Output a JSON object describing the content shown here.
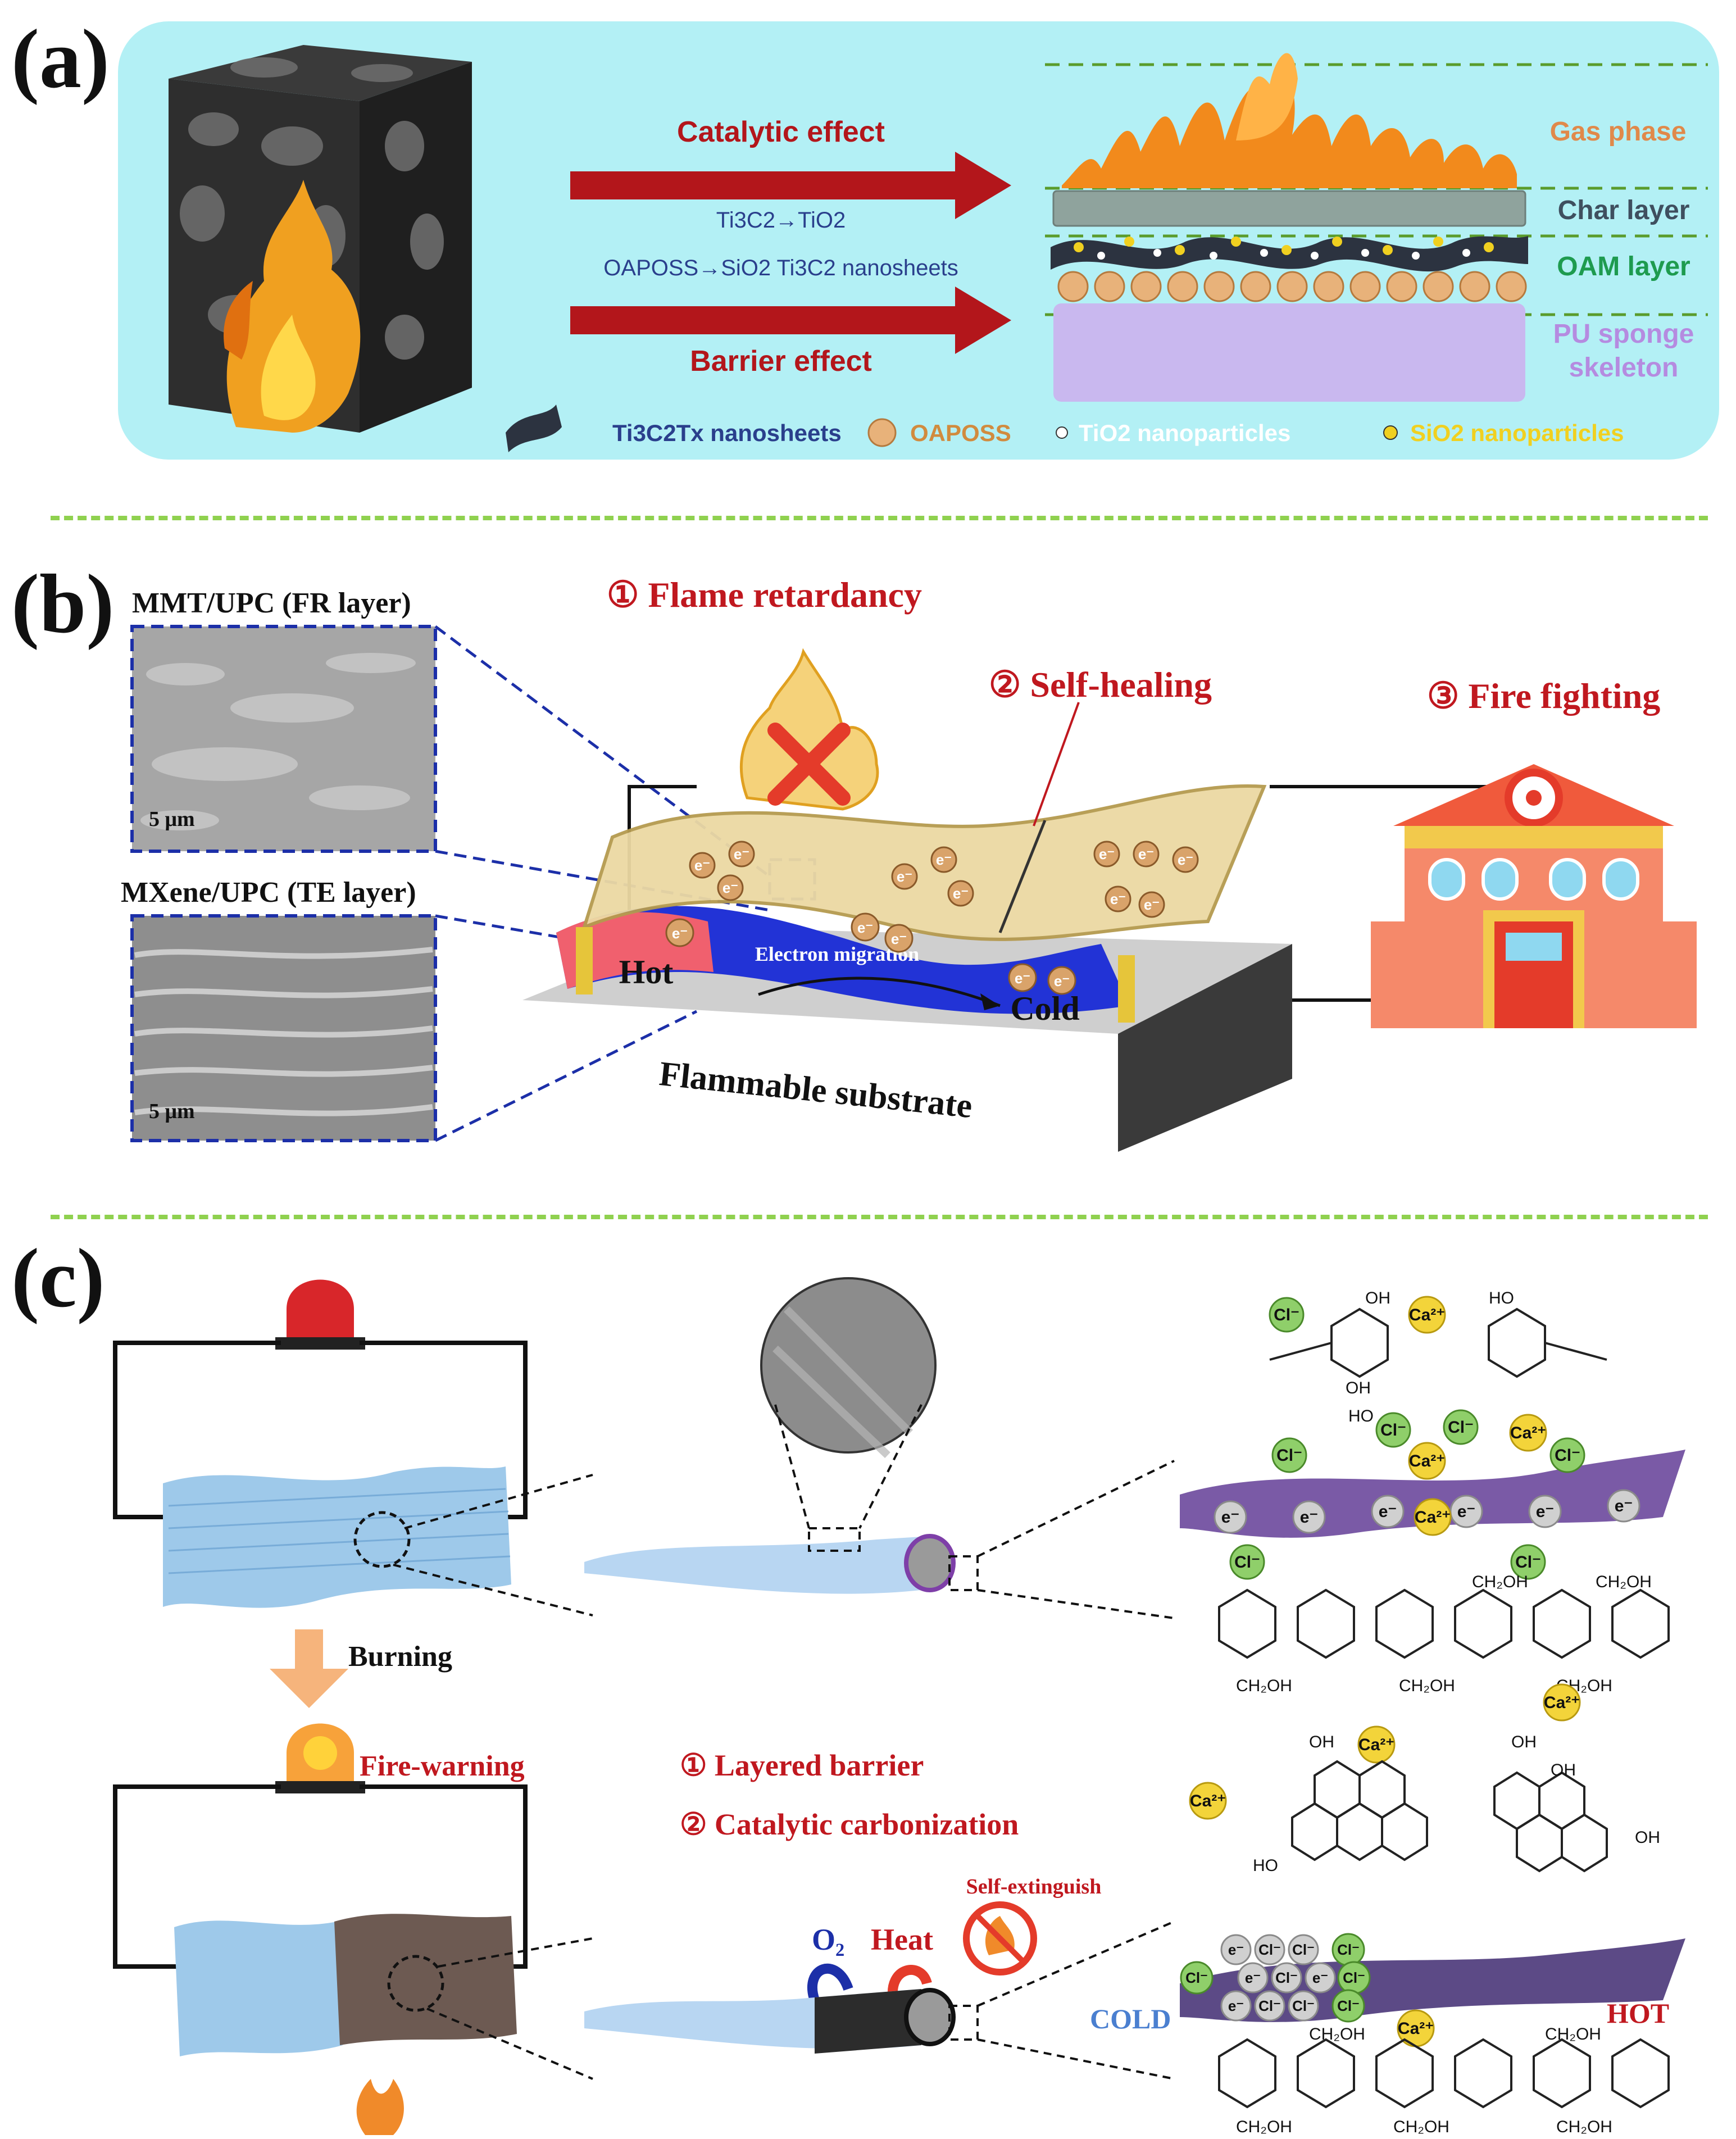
{
  "colors": {
    "panel_a_bg": "#b3f0f5",
    "arrow_red": "#b3161b",
    "divider_green": "#8fd14f",
    "label_red": "#c0181f",
    "gas_phase": "#e0894a",
    "char_layer": "#3f4f5f",
    "oam_layer": "#1e9b4f",
    "pu_sponge": "#b58be0",
    "legend_ti": "#2a3f8c",
    "legend_oaposs": "#d18b3e",
    "legend_tio2": "#ffffff",
    "legend_sio2": "#f0d020",
    "dashed_blue": "#1c2fa8"
  },
  "panel_a": {
    "label": "(a)",
    "catalytic_effect": "Catalytic effect",
    "barrier_effect": "Barrier effect",
    "reaction_1": "Ti3C2→TiO2",
    "reaction_2": "OAPOSS→SiO2 Ti3C2 nanosheets",
    "layers": {
      "gas_phase": "Gas phase",
      "char_layer": "Char layer",
      "oam_layer": "OAM layer",
      "pu_sponge_1": "PU sponge",
      "pu_sponge_2": "skeleton"
    },
    "legend": {
      "ti": "Ti3C2Tx nanosheets",
      "oaposs": "OAPOSS",
      "tio2": "TiO2 nanoparticles",
      "sio2": "SiO2 nanoparticles"
    }
  },
  "panel_b": {
    "label": "(b)",
    "sem_top_title": "MMT/UPC (FR layer)",
    "sem_bottom_title": "MXene/UPC (TE layer)",
    "scale": "5 μm",
    "flame_retardancy": "① Flame retardancy",
    "self_healing": "② Self-healing",
    "fire_fighting": "③ Fire fighting",
    "hot": "Hot",
    "cold": "Cold",
    "electron_migration": "Electron migration",
    "substrate": "Flammable substrate",
    "electron": "e⁻"
  },
  "panel_c": {
    "label": "(c)",
    "burning": "Burning",
    "fire_warning": "Fire-warning",
    "layered_barrier": "① Layered barrier",
    "catalytic_carbonization": "② Catalytic carbonization",
    "self_extinguish": "Self-extinguish",
    "o2": "O₂",
    "heat": "Heat",
    "cold": "COLD",
    "hot": "HOT",
    "cl": "Cl⁻",
    "ca": "Ca²⁺",
    "e": "e⁻",
    "oh": "OH",
    "ho": "HO",
    "ch2oh": "CH₂OH"
  }
}
